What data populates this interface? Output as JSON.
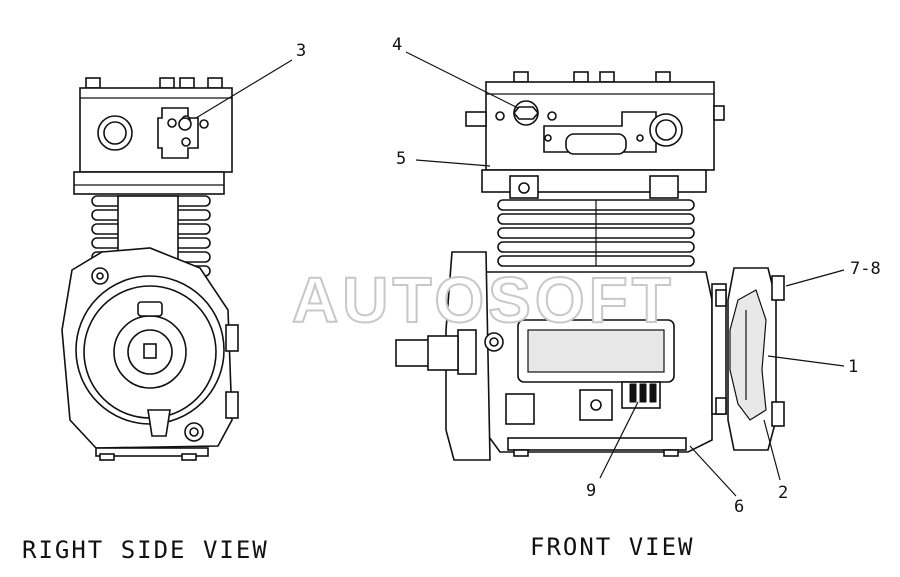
{
  "captions": {
    "right_side": "RIGHT SIDE VIEW",
    "front": "FRONT VIEW"
  },
  "watermark": "AUTOSOFT",
  "callouts": {
    "c1": "1",
    "c2": "2",
    "c3": "3",
    "c4": "4",
    "c5": "5",
    "c6": "6",
    "c7_8": "7-8",
    "c9": "9"
  }
}
